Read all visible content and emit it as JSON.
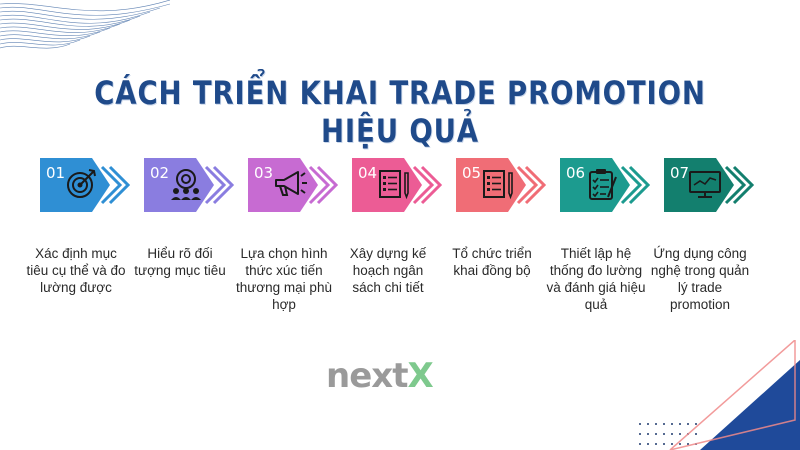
{
  "title": "CÁCH TRIỂN KHAI TRADE PROMOTION HIỆU QUẢ",
  "logo": {
    "part1": "next",
    "part2": "X"
  },
  "steps": [
    {
      "num": "01",
      "icon": "target-icon",
      "color": "#2f8fd4",
      "arrow": "#1f6fb2",
      "desc": "Xác định mục tiêu cụ thể và đo lường được"
    },
    {
      "num": "02",
      "icon": "audience-target-icon",
      "color": "#8a7de0",
      "arrow": "#7466cf",
      "desc": "Hiểu rõ đối tượng mục tiêu"
    },
    {
      "num": "03",
      "icon": "megaphone-icon",
      "color": "#c76bd2",
      "arrow": "#b455c0",
      "desc": "Lựa chọn hình thức xúc tiến thương mại phù hợp"
    },
    {
      "num": "04",
      "icon": "checklist-icon",
      "color": "#ec5c95",
      "arrow": "#e04383",
      "desc": "Xây dựng kế hoạch ngân sách chi tiết"
    },
    {
      "num": "05",
      "icon": "checklist-icon",
      "color": "#f06d76",
      "arrow": "#e55560",
      "desc": "Tổ chức triển khai đồng bộ"
    },
    {
      "num": "06",
      "icon": "clipboard-icon",
      "color": "#1c9b8f",
      "arrow": "#158a7e",
      "desc": "Thiết lập hệ thống đo lường và đánh giá hiệu quả"
    },
    {
      "num": "07",
      "icon": "monitor-chart-icon",
      "color": "#137f6e",
      "arrow": "#0f6d5e",
      "desc": "Ứng dụng công nghệ trong quản lý trade promotion"
    }
  ]
}
